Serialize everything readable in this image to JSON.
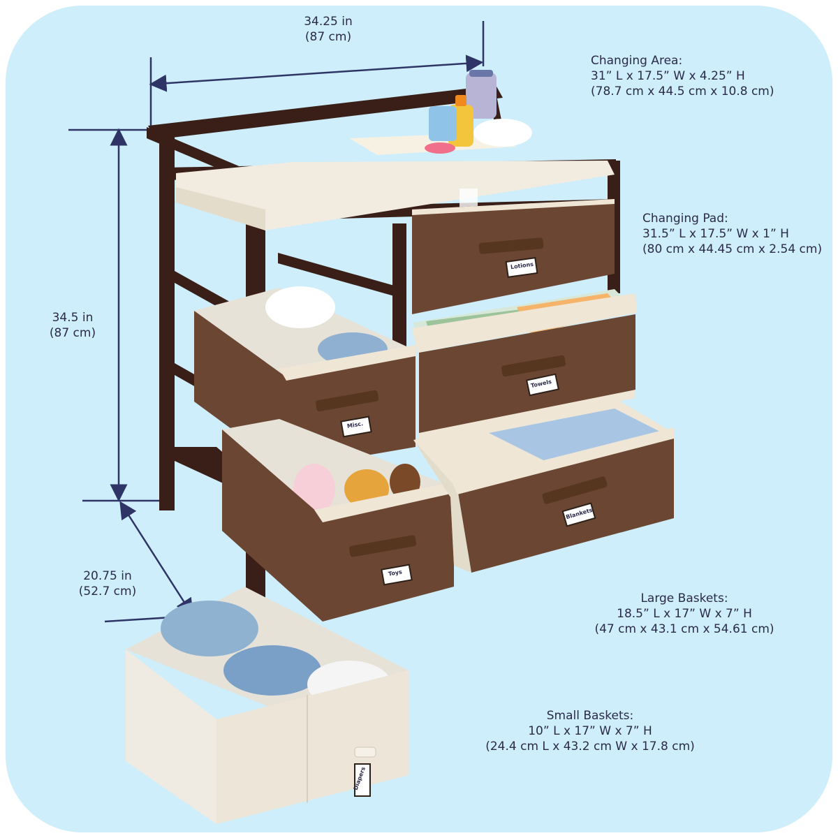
{
  "colors": {
    "background": "#cdeefa",
    "frame": "#3a1f19",
    "basket_brown": "#6b4632",
    "basket_trim": "#efe6d6",
    "dimension_line": "#2e3566",
    "text": "#2b2a4a"
  },
  "dimensions": {
    "width": {
      "in": "34.25 in",
      "cm": "(87 cm)"
    },
    "height": {
      "in": "34.5 in",
      "cm": "(87  cm)"
    },
    "depth": {
      "in": "20.75 in",
      "cm": "(52.7 cm)"
    }
  },
  "specs": {
    "changing_area": {
      "title": "Changing Area:",
      "imperial": "31” L x 17.5” W x 4.25” H",
      "metric": "(78.7 cm x 44.5 cm x 10.8 cm)"
    },
    "changing_pad": {
      "title": "Changing Pad:",
      "imperial": "31.5” L x 17.5” W x 1” H",
      "metric": "(80 cm x 44.45 cm x 2.54 cm)"
    },
    "large_baskets": {
      "title": "Large Baskets:",
      "imperial": "18.5” L x 17” W x 7” H",
      "metric": "(47 cm x 43.1 cm x 54.61 cm)"
    },
    "small_baskets": {
      "title": "Small Baskets:",
      "imperial": "10” L x 17” W x 7” H",
      "metric": "(24.4 cm L x 43.2 cm W x 17.8 cm)"
    }
  },
  "basket_tags": [
    "Lotions",
    "Towels",
    "Misc.",
    "Blankets",
    "Toys",
    "Diapers"
  ]
}
